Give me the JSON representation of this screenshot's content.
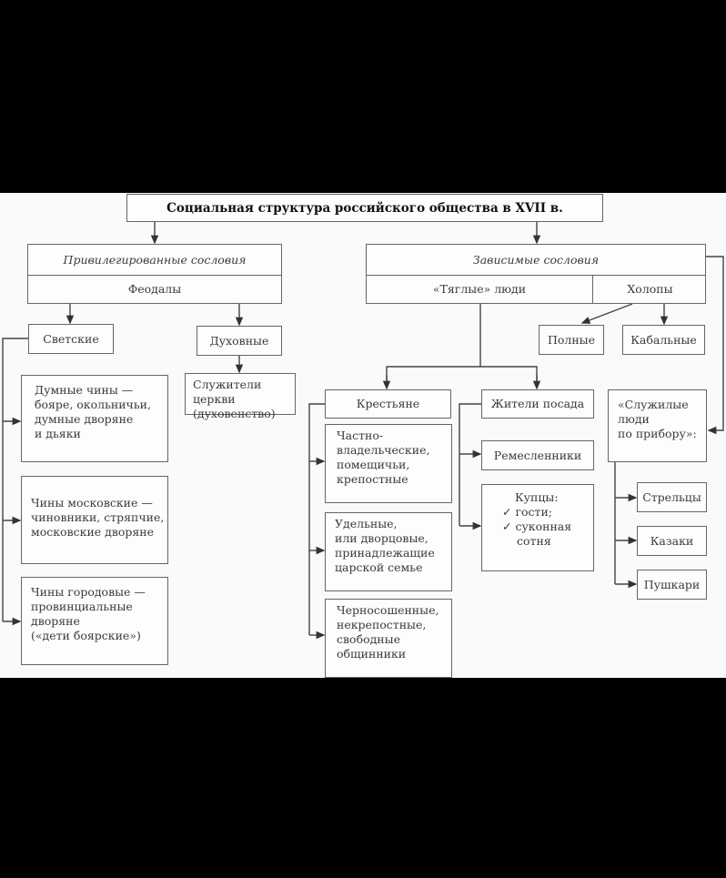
{
  "title": "Социальная структура российского общества в XVII в.",
  "privileged": {
    "label": "Привилегированные сословия",
    "sub": "Феодалы",
    "secular": {
      "label": "Светские",
      "items": [
        [
          "Думные чины —",
          "бояре, окольничьи,",
          "думные дворяне",
          "и дьяки"
        ],
        [
          "Чины московские —",
          "чиновники, стряпчие,",
          "московские дворяне"
        ],
        [
          "Чины городовые —",
          "провинциальные",
          "дворяне",
          "(«дети боярские»)"
        ]
      ]
    },
    "clergy": {
      "label": "Духовные",
      "items": [
        [
          "Служители",
          "церкви",
          "(духовенство)"
        ]
      ]
    }
  },
  "dependent": {
    "label": "Зависимые сословия",
    "tyaglye": "«Тяглые» люди",
    "kholopy": {
      "label": "Холопы",
      "items": [
        "Полные",
        "Кабальные"
      ]
    },
    "peasants": {
      "label": "Крестьяне",
      "items": [
        [
          "Частно-",
          "владельческие,",
          "помещичьи,",
          "крепостные"
        ],
        [
          "Удельные,",
          "или дворцовые,",
          "принадлежащие",
          "царской семье"
        ],
        [
          "Черносошенные,",
          "некрепостные,",
          "свободные",
          "общинники"
        ]
      ]
    },
    "posad": {
      "label": "Жители посада",
      "craftsmen": "Ремесленники",
      "merchants": {
        "label": "Купцы:",
        "items": [
          "гости;",
          "суконная",
          "сотня"
        ]
      }
    },
    "service": {
      "label": [
        "«Служилые",
        "люди",
        "по прибору»:"
      ],
      "items": [
        "Стрельцы",
        "Казаки",
        "Пушкари"
      ]
    }
  }
}
